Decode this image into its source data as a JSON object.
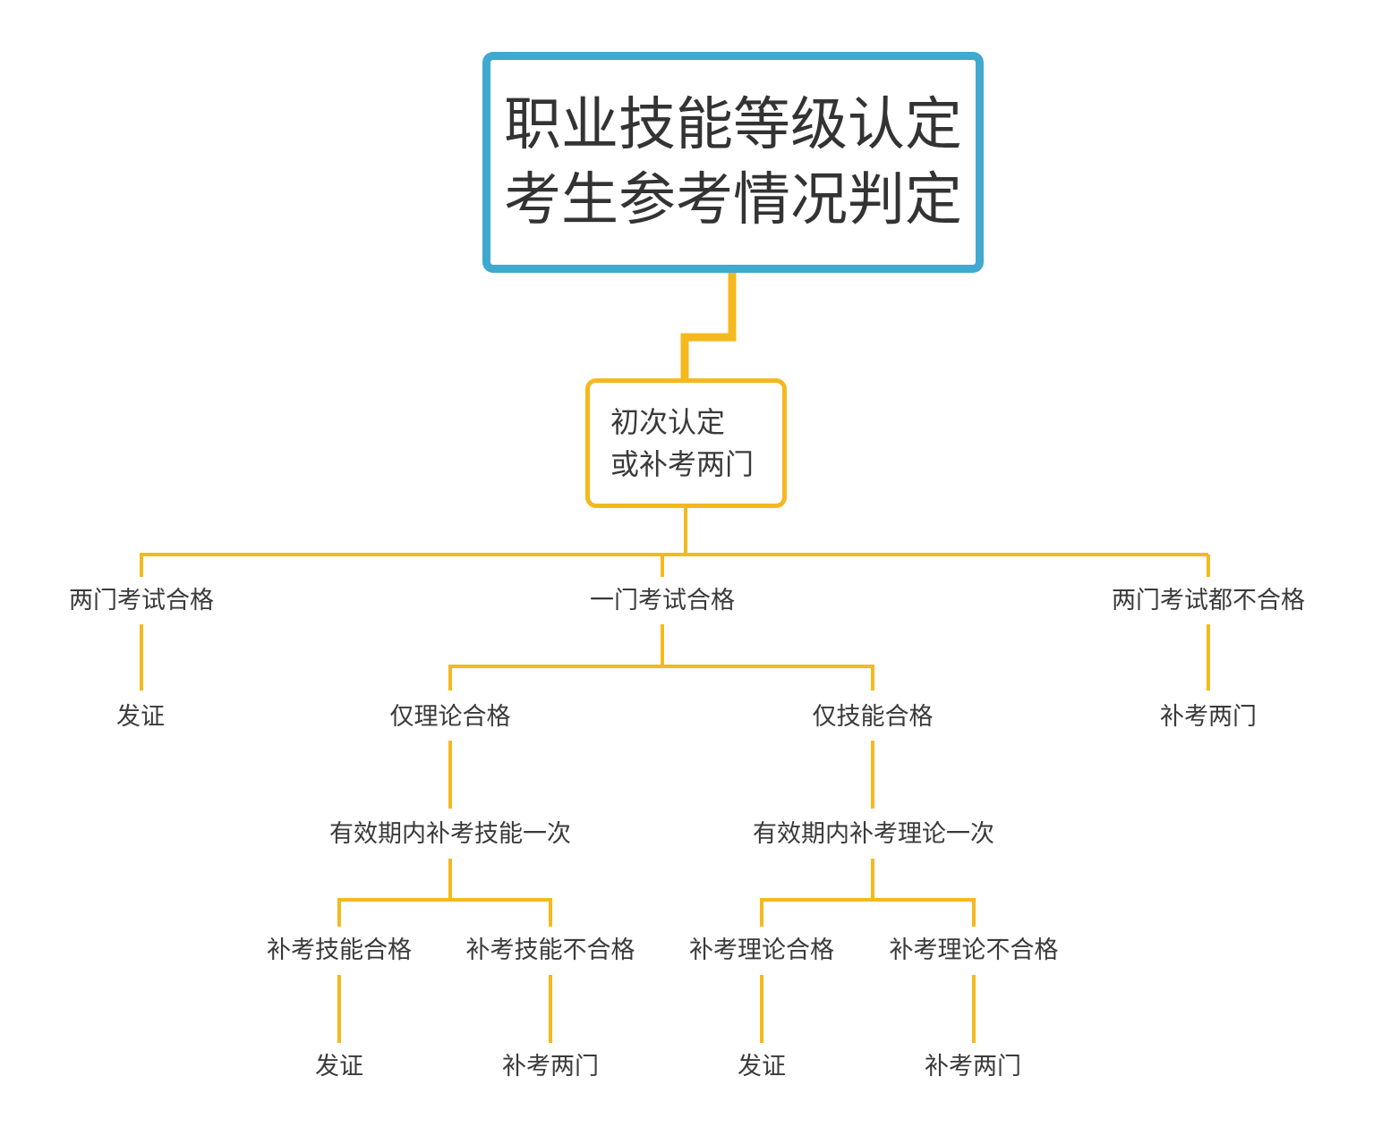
{
  "root": {
    "lines": [
      "职业技能等级认定",
      "考生参考情况判定"
    ]
  },
  "level1": {
    "lines": [
      "初次认定",
      "或补考两门"
    ]
  },
  "branches": {
    "both_pass": {
      "label": "两门考试合格",
      "result": "发证"
    },
    "one_pass": {
      "label": "一门考试合格",
      "theory_only": {
        "label": "仅理论合格",
        "retake": "有效期内补考技能一次",
        "pass": {
          "label": "补考技能合格",
          "result": "发证"
        },
        "fail": {
          "label": "补考技能不合格",
          "result": "补考两门"
        }
      },
      "skill_only": {
        "label": "仅技能合格",
        "retake": "有效期内补考理论一次",
        "pass": {
          "label": "补考理论合格",
          "result": "发证"
        },
        "fail": {
          "label": "补考理论不合格",
          "result": "补考两门"
        }
      }
    },
    "both_fail": {
      "label": "两门考试都不合格",
      "result": "补考两门"
    }
  },
  "colors": {
    "root_border": "#3fa9d0",
    "connector": "#f5b91e",
    "text": "#3a3a3a"
  }
}
